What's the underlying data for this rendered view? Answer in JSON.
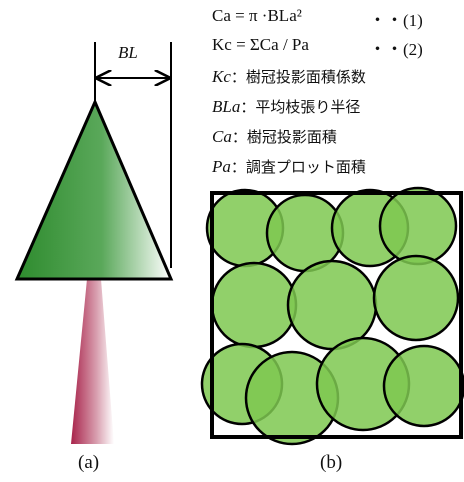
{
  "formulas": [
    {
      "text": "Ca = π ·BLa²",
      "number": "・・(1)"
    },
    {
      "text": "Kc = ΣCa / Pa",
      "number": "・・(2)"
    }
  ],
  "definitions": [
    {
      "symbol": "Kc",
      "meaning": "：樹冠投影面積係数"
    },
    {
      "symbol": "BLa",
      "meaning": "：平均枝張り半径"
    },
    {
      "symbol": "Ca",
      "meaning": "：樹冠投影面積"
    },
    {
      "symbol": "Pa",
      "meaning": "：調査プロット面積"
    }
  ],
  "tree_diagram": {
    "dimension_label": "BL",
    "crown_gradient": [
      "#2e8b2e",
      "#ffffff"
    ],
    "trunk_gradient": [
      "#b03050",
      "#ffffff"
    ],
    "caption": "(a)"
  },
  "plot_diagram": {
    "circle_fill": "#7ec850",
    "circle_stroke": "#000000",
    "caption": "(b)"
  }
}
